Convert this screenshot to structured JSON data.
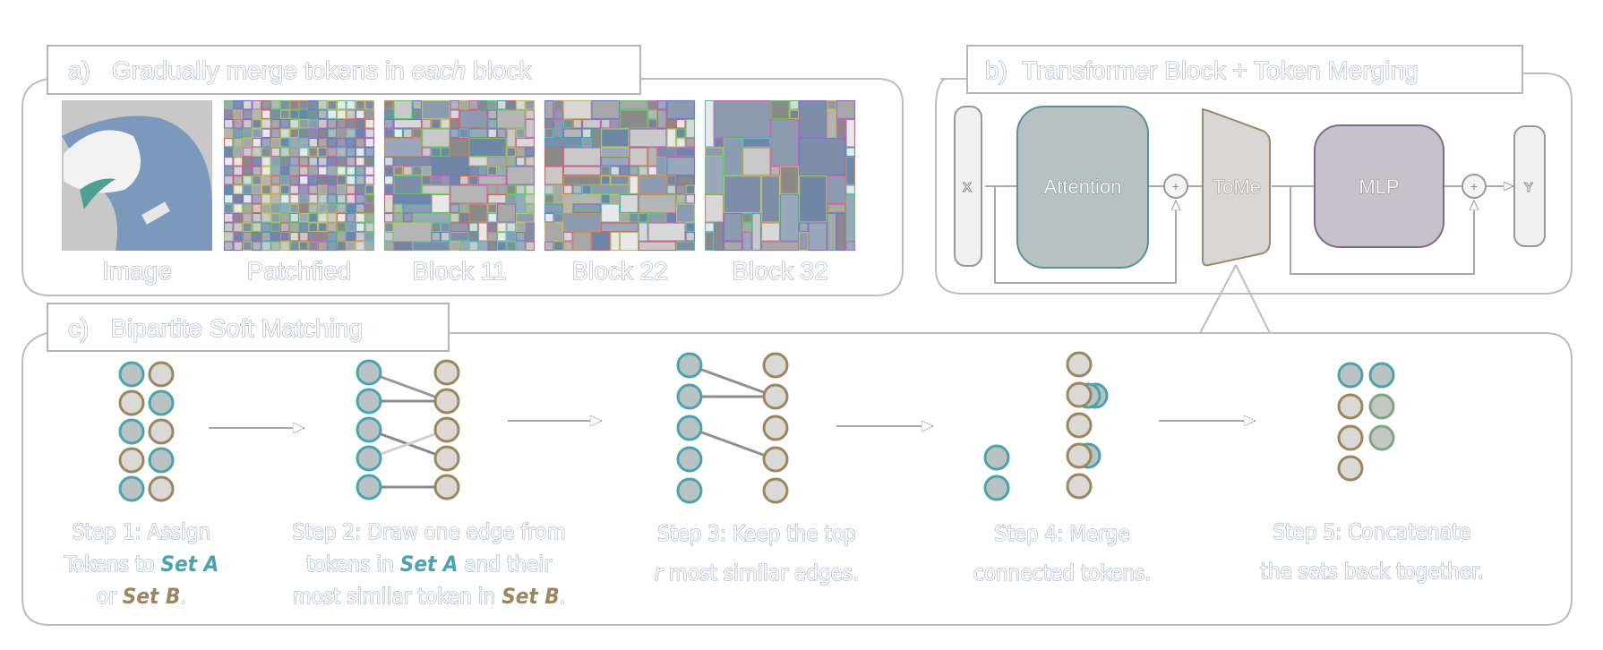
{
  "panel_a": {
    "label": "a)",
    "title_pre": "Gradually merge tokens in ",
    "title_em": "each",
    "title_post": " block",
    "images": [
      {
        "caption": "Image",
        "kind": "photo"
      },
      {
        "caption": "Patchfied",
        "kind": "grid"
      },
      {
        "caption": "Block 11",
        "kind": "merged-light"
      },
      {
        "caption": "Block 22",
        "kind": "merged-medium"
      },
      {
        "caption": "Block 32",
        "kind": "merged-heavy"
      }
    ]
  },
  "panel_b": {
    "label": "b)",
    "title": "Transformer Block + Token Merging",
    "input_label": "X",
    "output_label": "Y",
    "blocks": {
      "attention": "Attention",
      "tome": "ToMe",
      "mlp": "MLP"
    },
    "add_symbol": "+",
    "colors": {
      "attention_fill": "#b7c1c2",
      "attention_stroke": "#5a9199",
      "tome_fill": "#d8d7d3",
      "tome_stroke": "#9b8a6e",
      "mlp_fill": "#c7c2c9",
      "mlp_stroke": "#7d6b94",
      "io_fill": "#f0f0f0",
      "io_stroke": "#999999"
    }
  },
  "panel_c": {
    "label": "c)",
    "title": "Bipartite Soft Matching",
    "colors": {
      "set_a": "#4aa3ad",
      "set_b": "#9b8660",
      "merged": "#7fa584",
      "fill_a": "#b9c3c4",
      "fill_b": "#dad9d6"
    },
    "steps": [
      {
        "lines": [
          [
            {
              "t": "Step 1: Assign"
            }
          ],
          [
            {
              "t": "Tokens to "
            },
            {
              "t": "Set A",
              "style": "a"
            }
          ],
          [
            {
              "t": "or "
            },
            {
              "t": "Set B",
              "style": "b"
            },
            {
              "t": "."
            }
          ]
        ]
      },
      {
        "lines": [
          [
            {
              "t": "Step 2: Draw one edge from"
            }
          ],
          [
            {
              "t": "tokens in "
            },
            {
              "t": "Set A",
              "style": "a"
            },
            {
              "t": " and their"
            }
          ],
          [
            {
              "t": "most similar token in "
            },
            {
              "t": "Set B",
              "style": "b"
            },
            {
              "t": "."
            }
          ]
        ]
      },
      {
        "lines": [
          [
            {
              "t": "Step 3: Keep the top"
            }
          ],
          [
            {
              "t": "r",
              "style": "i"
            },
            {
              "t": " most similar edges."
            }
          ]
        ]
      },
      {
        "lines": [
          [
            {
              "t": "Step 4: Merge"
            }
          ],
          [
            {
              "t": "connected tokens."
            }
          ]
        ]
      },
      {
        "lines": [
          [
            {
              "t": "Step 5: Concatenate"
            }
          ],
          [
            {
              "t": "the sets back together."
            }
          ]
        ]
      }
    ],
    "step2_edges": [
      [
        0,
        1
      ],
      [
        1,
        1
      ],
      [
        2,
        3
      ],
      [
        3,
        2
      ],
      [
        4,
        4
      ]
    ],
    "step3_edges": [
      [
        0,
        1
      ],
      [
        1,
        1
      ],
      [
        2,
        3
      ]
    ]
  }
}
